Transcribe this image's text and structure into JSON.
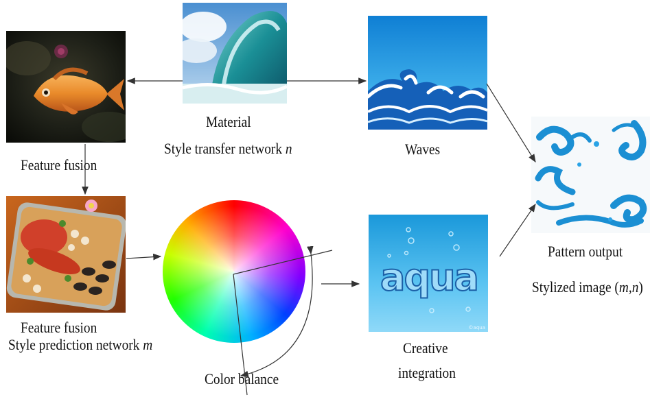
{
  "labels": {
    "material": "Material",
    "style_transfer": "Style transfer network ",
    "style_transfer_var": "n",
    "feature_fusion_top": "Feature fusion",
    "waves": "Waves",
    "pattern_output": "Pattern output",
    "stylized_image_prefix": "Stylized image (",
    "stylized_image_var": "m,n",
    "stylized_image_suffix": ")",
    "feature_fusion_bottom": "Feature fusion",
    "style_prediction": "Style prediction network ",
    "style_prediction_var": "m",
    "color_balance": "Color balance",
    "creative_line1": "Creative",
    "creative_line2": "integration"
  },
  "images": {
    "aqua_text": "aqua",
    "aqua_watermark": "©aqua"
  },
  "colors": {
    "arrow": "#333333",
    "water_blue": "#1e90d8",
    "aqua_text": "#2b9be0"
  },
  "icons": {
    "fish": "fish-photo",
    "wave_photo": "ocean-wave-photo",
    "waves_illustration": "waves-illustration",
    "seafood": "seafood-platter-photo",
    "color_wheel": "color-wheel",
    "aqua": "aqua-text-art",
    "swirls": "blue-swirl-pattern"
  }
}
